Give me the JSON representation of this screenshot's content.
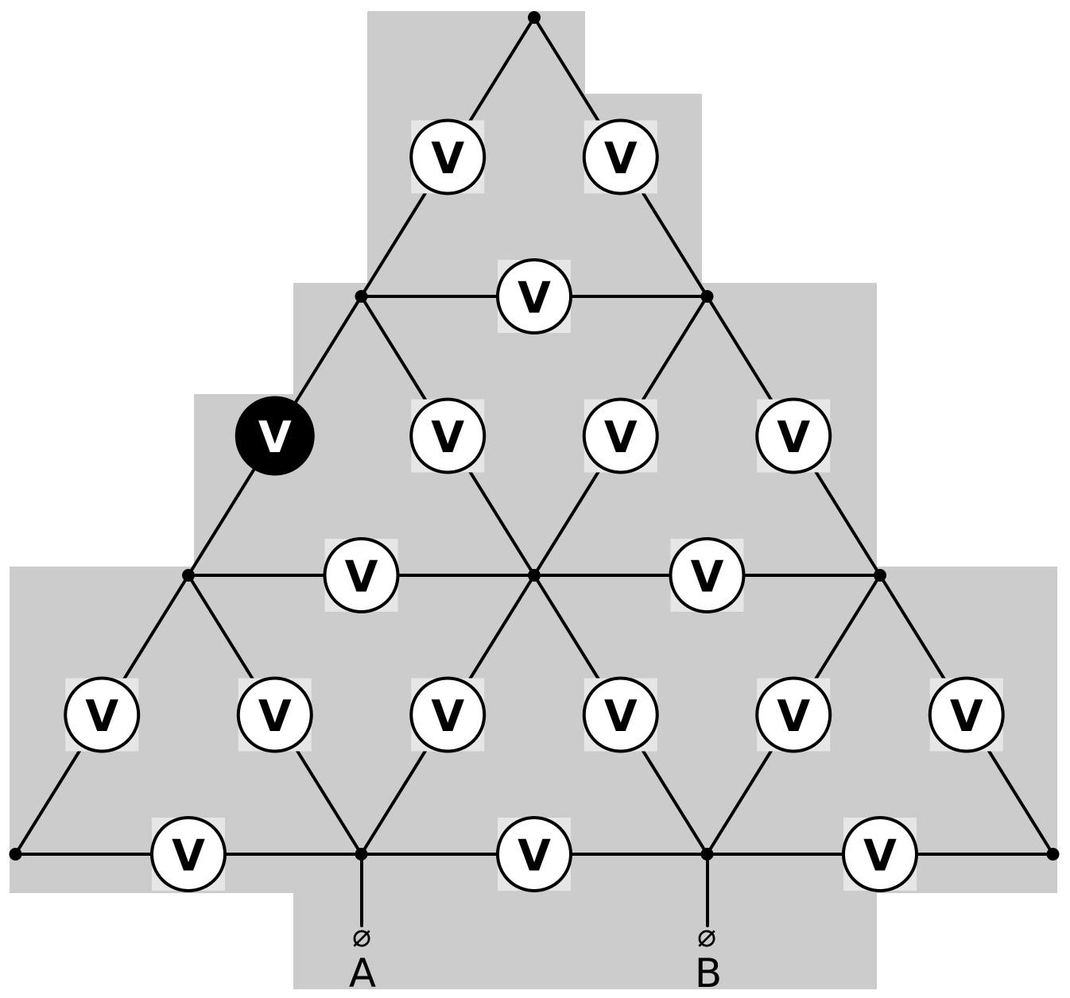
{
  "colors": {
    "background": "#cccccc",
    "wire": "#000000",
    "meter_fill": "#ffffff",
    "meter_highlight_fill": "#000000"
  },
  "meter_label": "V",
  "meter_count": 18,
  "highlighted_meter": "left-edge-row-2",
  "terminals": {
    "a": {
      "label": "A",
      "symbol": "⌀"
    },
    "b": {
      "label": "B",
      "symbol": "⌀"
    }
  }
}
